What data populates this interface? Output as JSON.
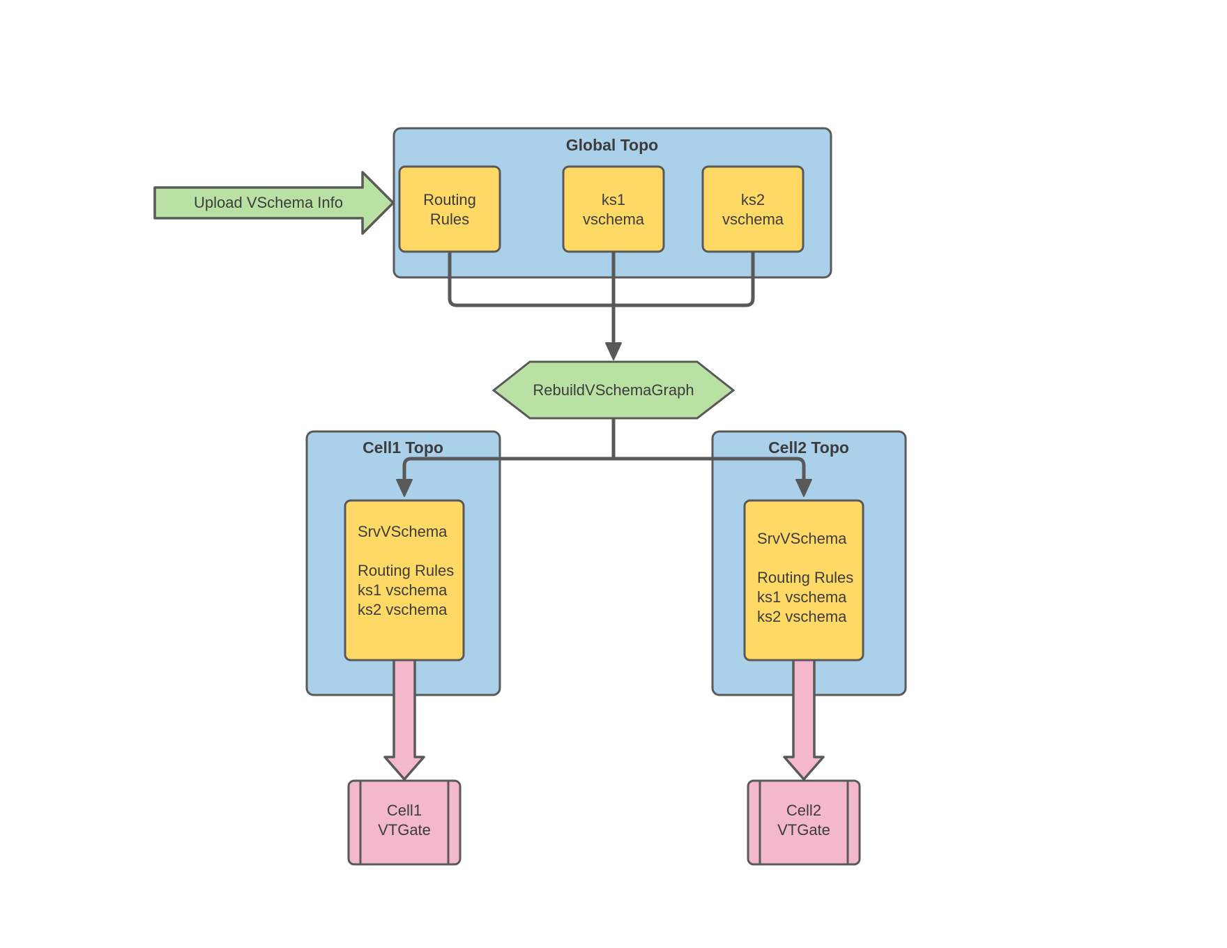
{
  "diagram": {
    "colors": {
      "container_blue": "#ABD0EA",
      "node_yellow": "#FFD966",
      "accent_green": "#B9E1A4",
      "accent_pink": "#F3B8C9",
      "border": "#595959",
      "text": "#3C3C3C"
    },
    "upload_arrow": {
      "label": "Upload VSchema Info"
    },
    "global_topo": {
      "title": "Global Topo",
      "routing_rules": {
        "line1": "Routing",
        "line2": "Rules"
      },
      "ks1": {
        "line1": "ks1",
        "line2": "vschema"
      },
      "ks2": {
        "line1": "ks2",
        "line2": "vschema"
      }
    },
    "rebuild": {
      "label": "RebuildVSchemaGraph"
    },
    "cell1": {
      "title": "Cell1 Topo",
      "srvvschema": {
        "line1": "SrvVSchema",
        "line2": "Routing Rules",
        "line3": "ks1 vschema",
        "line4": "ks2 vschema"
      },
      "vtgate": {
        "line1": "Cell1",
        "line2": "VTGate"
      }
    },
    "cell2": {
      "title": "Cell2 Topo",
      "srvvschema": {
        "line1": "SrvVSchema",
        "line2": "Routing Rules",
        "line3": "ks1 vschema",
        "line4": "ks2 vschema"
      },
      "vtgate": {
        "line1": "Cell2",
        "line2": "VTGate"
      }
    }
  }
}
